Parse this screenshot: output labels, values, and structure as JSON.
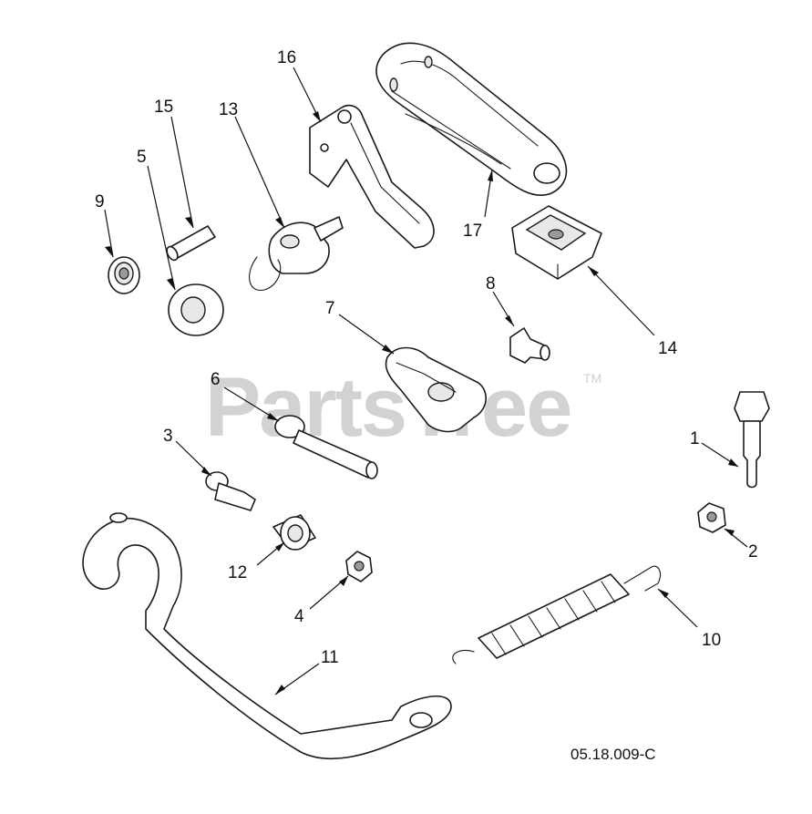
{
  "watermark": {
    "text": "PartsTree",
    "trademark": "TM"
  },
  "reference_code": "05.18.009-C",
  "callouts": [
    "1",
    "2",
    "3",
    "4",
    "5",
    "6",
    "7",
    "8",
    "9",
    "10",
    "11",
    "12",
    "13",
    "14",
    "15",
    "16",
    "17"
  ]
}
